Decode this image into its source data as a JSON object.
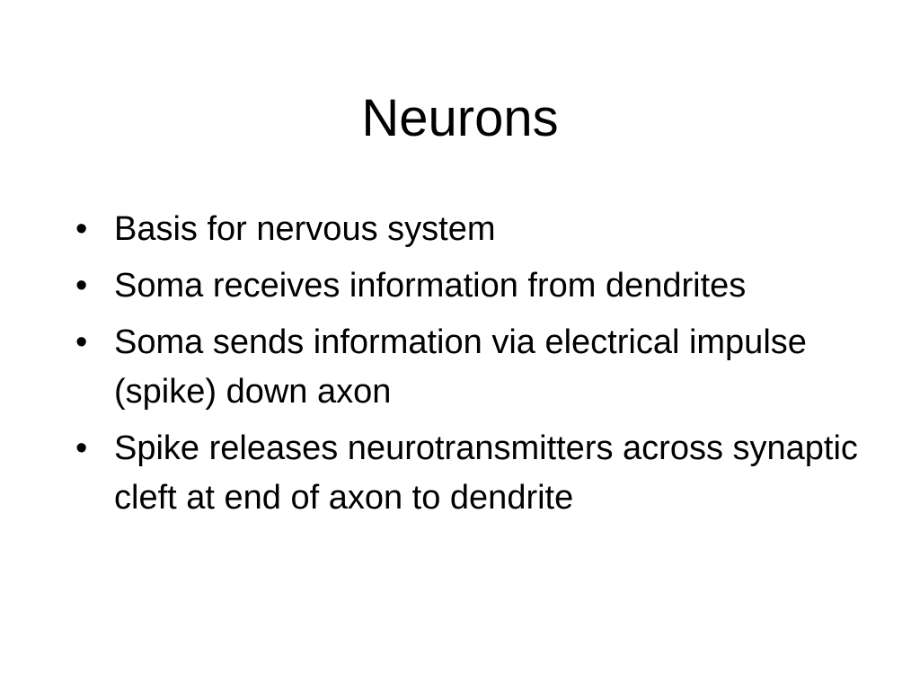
{
  "slide": {
    "title": "Neurons",
    "bullet_glyph": "•",
    "bullets": [
      {
        "text": "Basis for nervous system"
      },
      {
        "text": "Soma receives information from dendrites"
      },
      {
        "text": "Soma sends information via electrical impulse (spike) down axon"
      },
      {
        "text": "Spike releases neurotransmitters across synaptic cleft at end of axon to dendrite"
      }
    ]
  }
}
